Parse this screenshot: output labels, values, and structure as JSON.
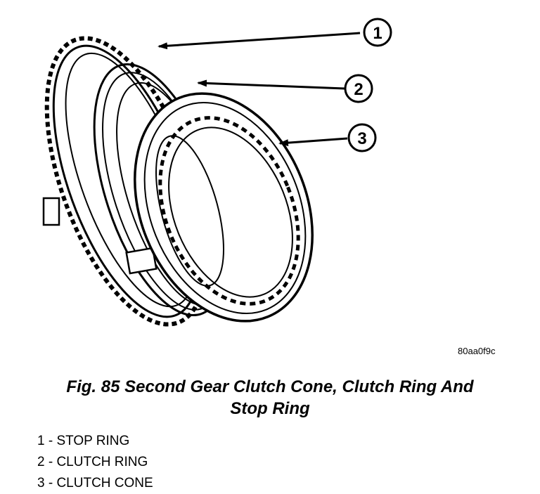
{
  "figure": {
    "callouts": [
      {
        "number": "1",
        "label": "STOP RING"
      },
      {
        "number": "2",
        "label": "CLUTCH RING"
      },
      {
        "number": "3",
        "label": "CLUTCH CONE"
      }
    ],
    "reference_code": "80aa0f9c",
    "caption_line1": "Fig. 85 Second Gear Clutch Cone, Clutch Ring And",
    "caption_line2": "Stop Ring",
    "legend": [
      "1 - STOP RING",
      "2 - CLUTCH RING",
      "3 - CLUTCH CONE"
    ]
  }
}
